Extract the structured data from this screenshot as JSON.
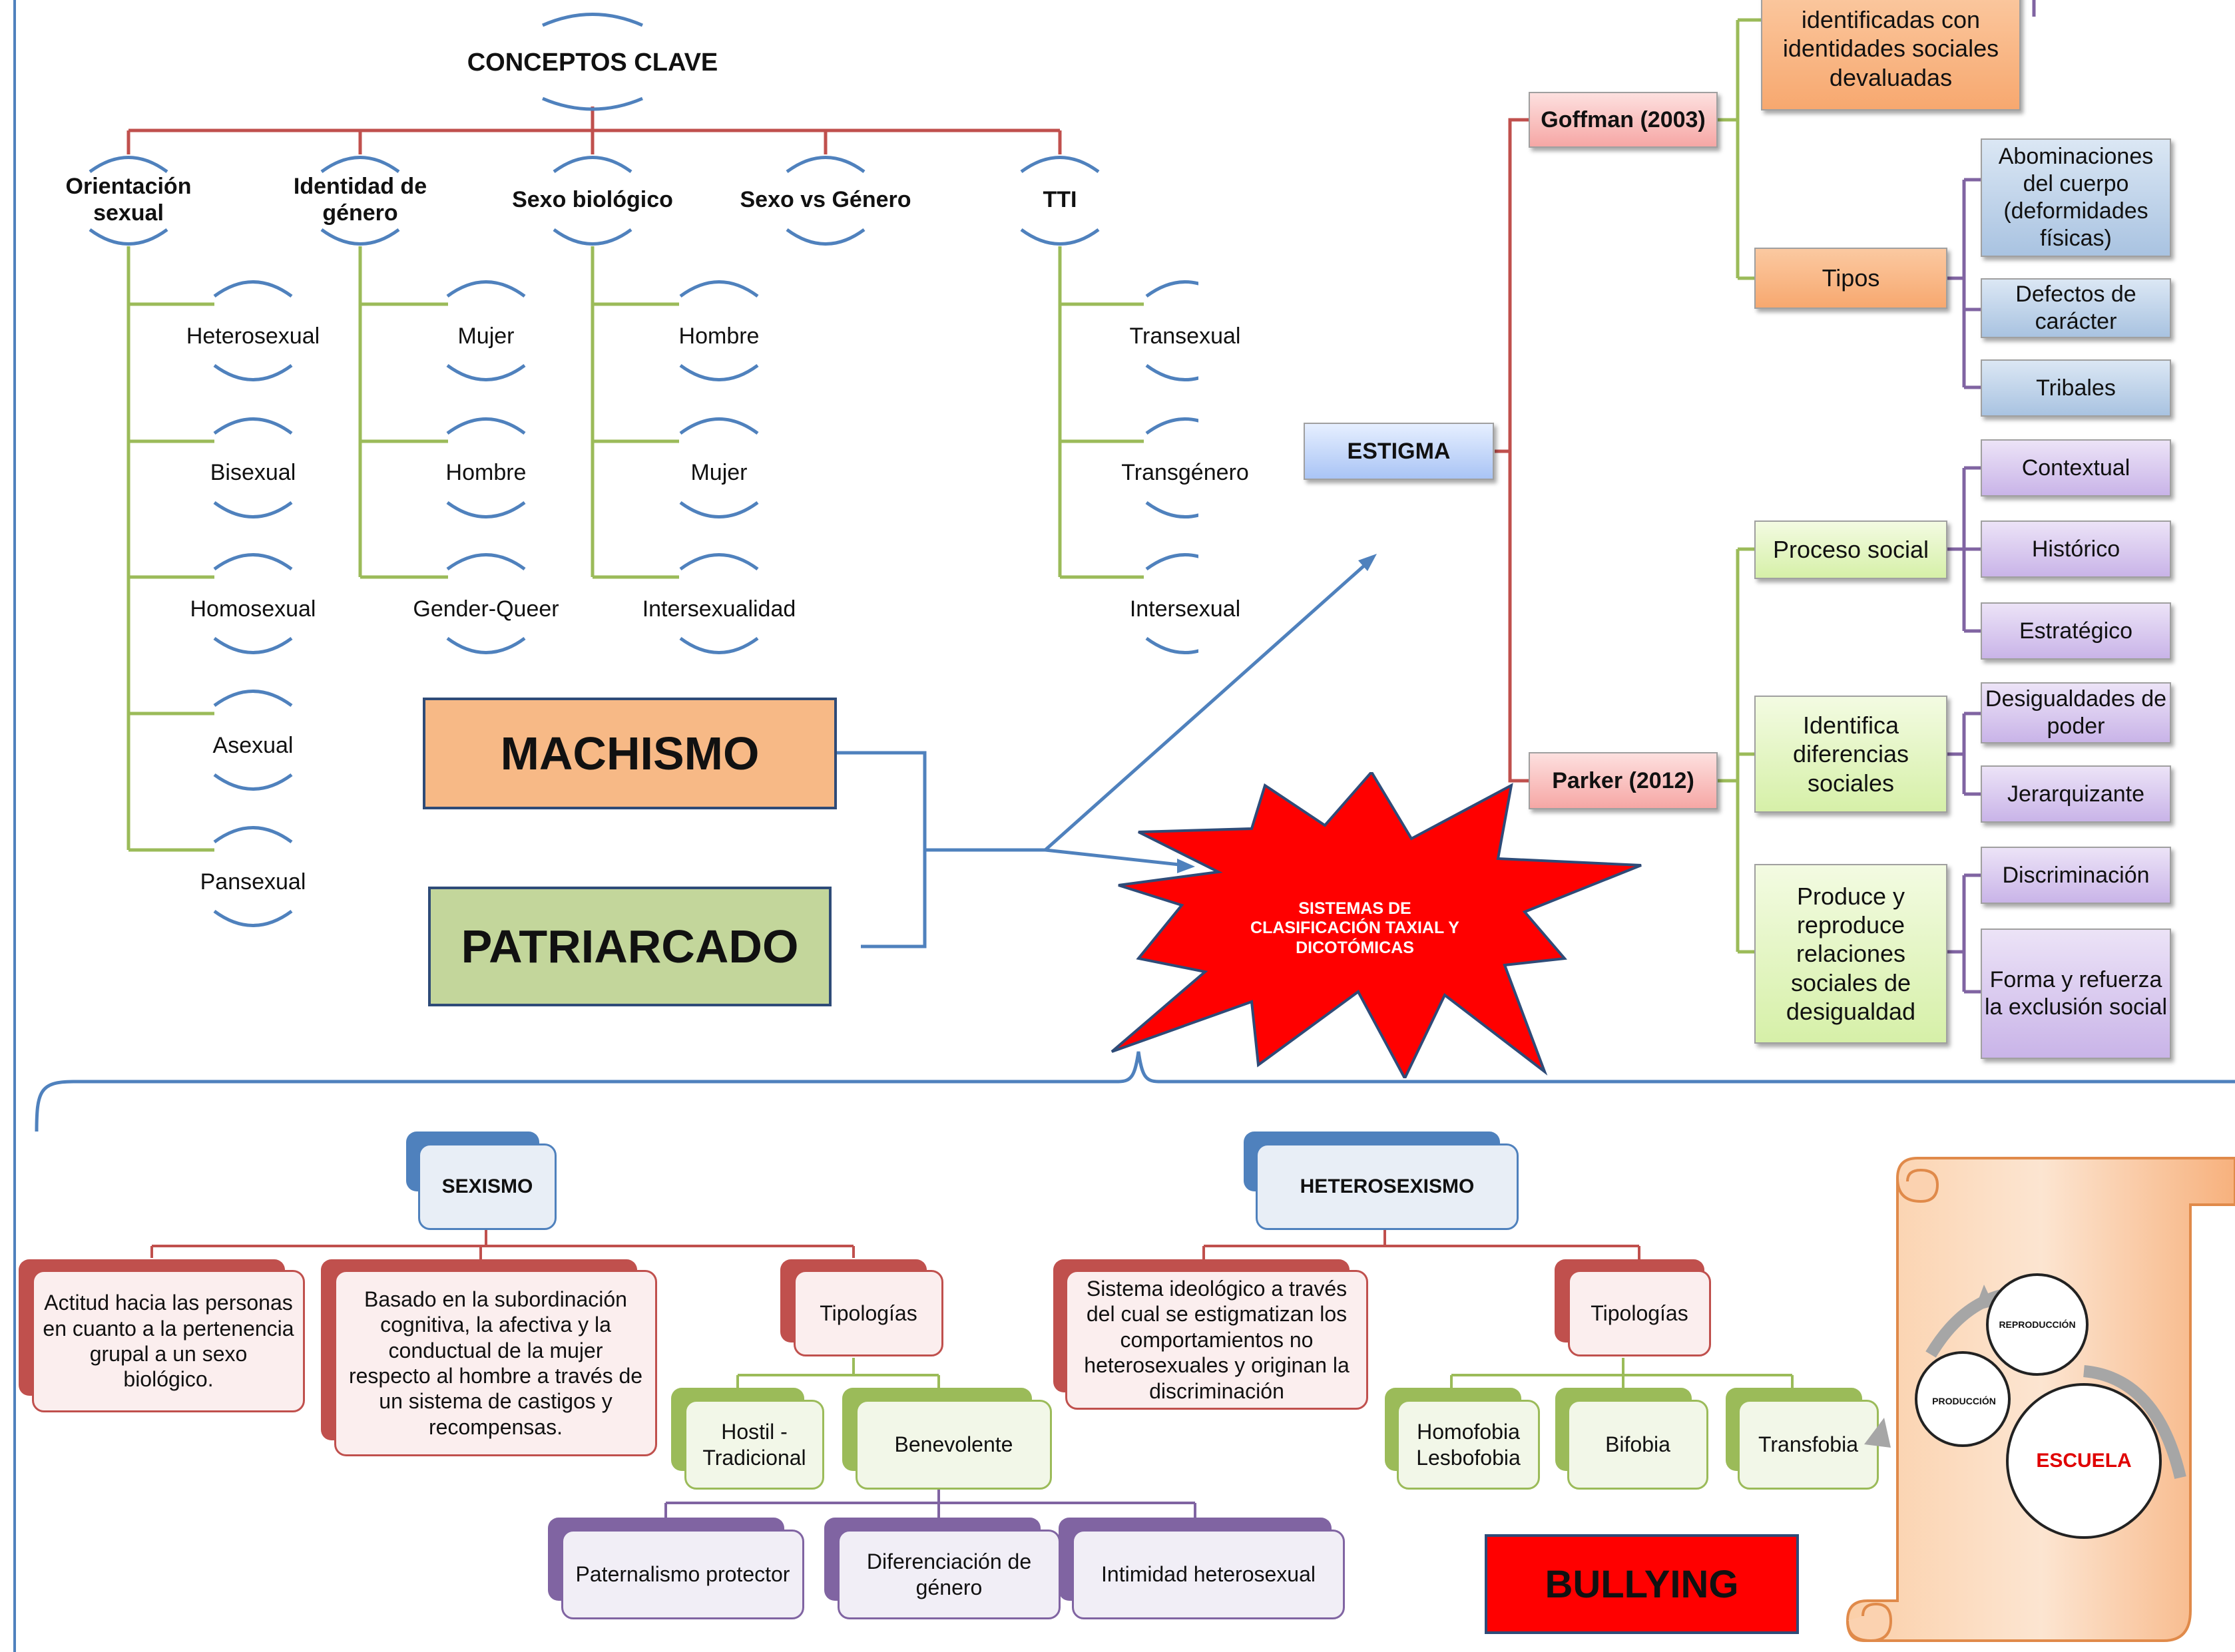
{
  "title": "CONCEPTOS CLAVE",
  "branches": [
    {
      "label": "Orientación sexual",
      "items": [
        "Heterosexual",
        "Bisexual",
        "Homosexual",
        "Asexual",
        "Pansexual"
      ]
    },
    {
      "label": "Identidad de género",
      "items": [
        "Mujer",
        "Hombre",
        "Gender-Queer"
      ]
    },
    {
      "label": "Sexo biológico",
      "items": [
        "Hombre",
        "Mujer",
        "Intersexualidad"
      ]
    },
    {
      "label": "Sexo vs Género",
      "items": []
    },
    {
      "label": "TTI",
      "items": [
        "Transexual",
        "Transgénero",
        "Intersexual"
      ]
    }
  ],
  "machismo": "MACHISMO",
  "patriarcado": "PATRIARCADO",
  "starburst": "SISTEMAS DE CLASIFICACIÓN TAXIAL Y DICOTÓMICAS",
  "estigma": {
    "label": "ESTIGMA",
    "goffman": {
      "label": "Goffman (2003)",
      "top_box": "identificadas con identidades sociales devaluadas",
      "tipos": "Tipos",
      "tipos_items": [
        "Abominaciones del cuerpo (deformidades físicas)",
        "Defectos de carácter",
        "Tribales"
      ]
    },
    "parker": {
      "label": "Parker (2012)",
      "groups": [
        {
          "label": "Proceso social",
          "items": [
            "Contextual",
            "Histórico",
            "Estratégico"
          ]
        },
        {
          "label": "Identifica diferencias sociales",
          "items": [
            "Desigualdades de poder",
            "Jerarquizante"
          ]
        },
        {
          "label": "Produce y reproduce relaciones sociales de desigualdad",
          "items": [
            "Discriminación",
            "Forma y refuerza la exclusión social"
          ]
        }
      ]
    }
  },
  "sexismo": {
    "label": "SEXISMO",
    "def1": "Actitud hacia las personas en cuanto a la pertenencia grupal a un sexo biológico.",
    "def2": "Basado en la subordinación cognitiva, la afectiva y la conductual de la mujer respecto al hombre a través de un sistema de castigos y recompensas.",
    "tipologias": "Tipologías",
    "tipos": [
      "Hostil - Tradicional",
      "Benevolente"
    ],
    "benevolente_items": [
      "Paternalismo protector",
      "Diferenciación de género",
      "Intimidad heterosexual"
    ]
  },
  "heterosexismo": {
    "label": "HETEROSEXISMO",
    "def": "Sistema ideológico a través del cual se estigmatizan los comportamientos no heterosexuales y originan la discriminación",
    "tipologias": "Tipologías",
    "tipos": [
      "Homofobia Lesbofobia",
      "Bifobia",
      "Transfobia"
    ]
  },
  "bullying": "BULLYING",
  "scroll": {
    "gear_small_top": "REPRODUCCIÓN",
    "gear_small_left": "PRODUCCIÓN",
    "gear_big": "ESCUELA"
  },
  "colors": {
    "red_line": "#c0504d",
    "green_line": "#9bbb59",
    "blue_line": "#4f81bd",
    "purple_line": "#8064a2",
    "bullying": "#ff0000"
  }
}
